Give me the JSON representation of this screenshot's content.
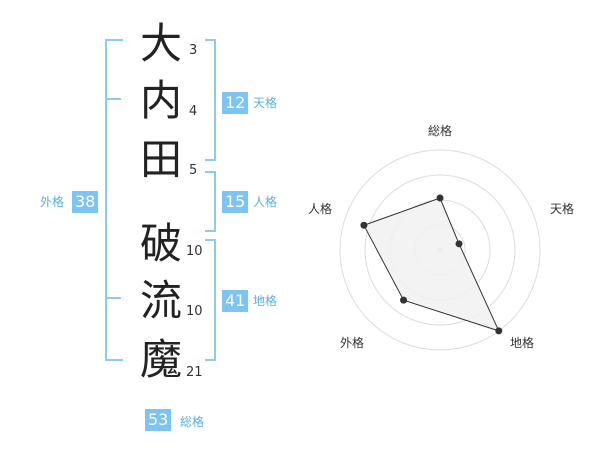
{
  "name": {
    "chars": [
      {
        "char": "大",
        "strokes": "3"
      },
      {
        "char": "内",
        "strokes": "4"
      },
      {
        "char": "田",
        "strokes": "5"
      },
      {
        "char": "破",
        "strokes": "10"
      },
      {
        "char": "流",
        "strokes": "10"
      },
      {
        "char": "魔",
        "strokes": "21"
      }
    ]
  },
  "kakusu": {
    "tenkaku": {
      "value": "12",
      "label": "天格"
    },
    "jinkaku": {
      "value": "15",
      "label": "人格"
    },
    "chikaku": {
      "value": "41",
      "label": "地格"
    },
    "gaikaku": {
      "value": "38",
      "label": "外格"
    },
    "soukaku": {
      "value": "53",
      "label": "総格"
    }
  },
  "chart_data": {
    "type": "radar",
    "axes": [
      "総格",
      "天格",
      "地格",
      "外格",
      "人格"
    ],
    "values": [
      0.52,
      0.2,
      1.0,
      0.62,
      0.8
    ],
    "rings": 4,
    "range": [
      0,
      1
    ],
    "colors": {
      "fill": "#f1f1f1",
      "line": "#333333",
      "ring": "#dddddd",
      "point": "#333333"
    }
  }
}
